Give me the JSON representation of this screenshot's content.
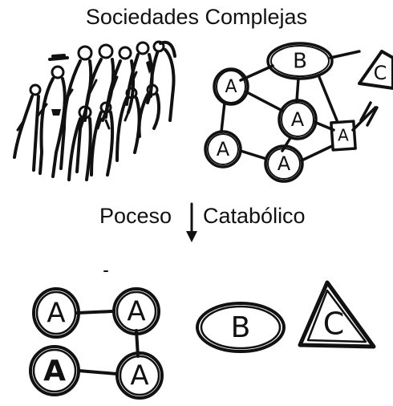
{
  "title": "Sociedades Complejas",
  "process": {
    "left_word": "Poceso",
    "right_word": "Catabólico"
  },
  "labels": {
    "a": "A",
    "b": "B",
    "c": "C"
  },
  "colors": {
    "ink": "#111111",
    "background": "#ffffff"
  }
}
